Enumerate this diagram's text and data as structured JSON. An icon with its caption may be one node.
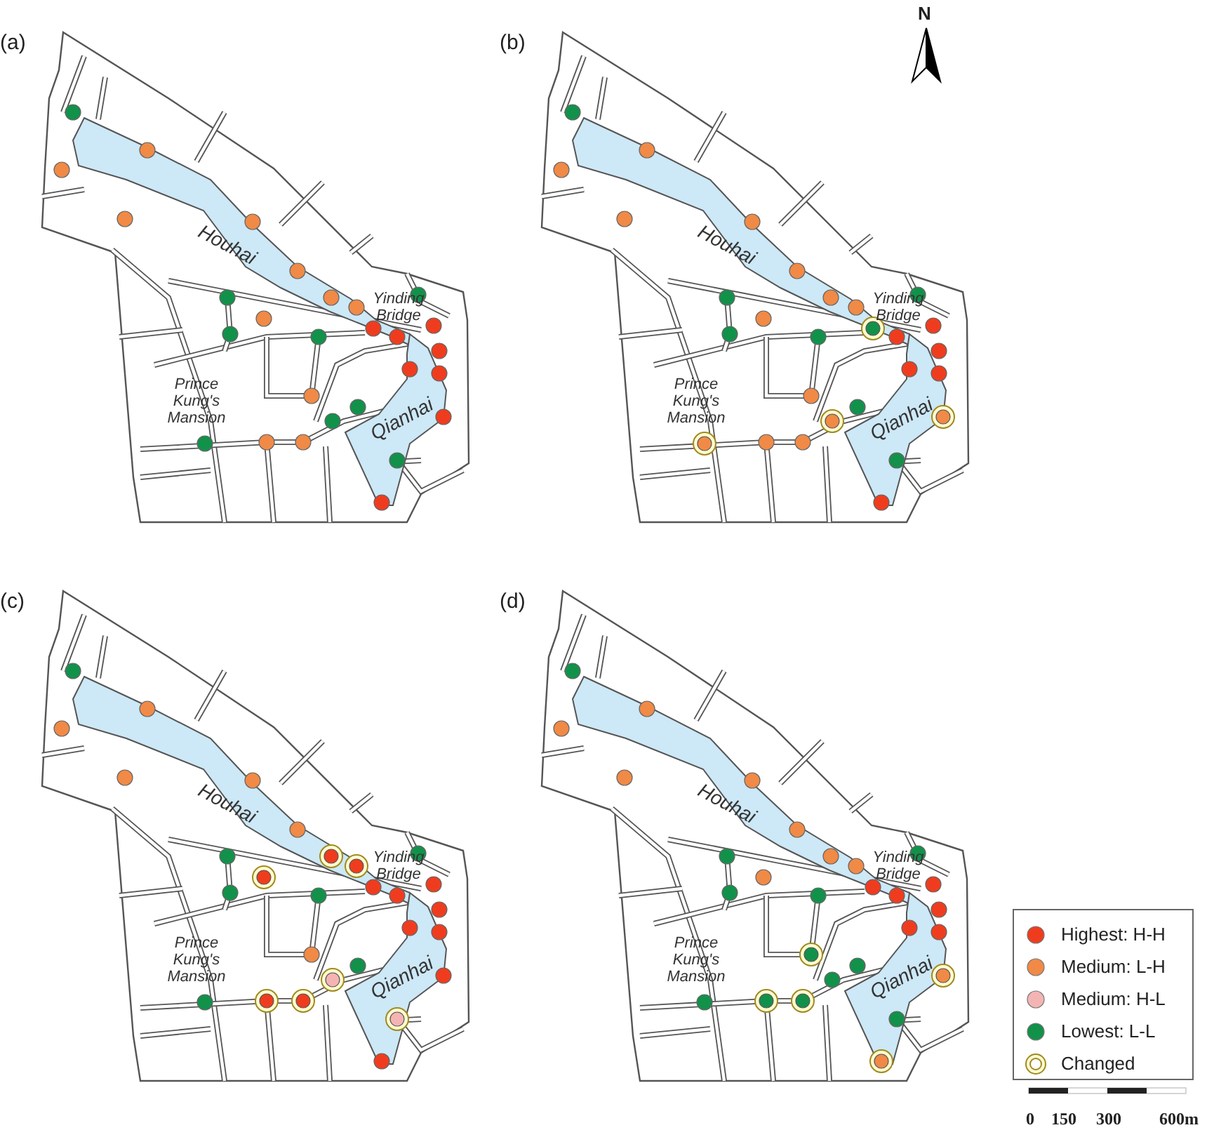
{
  "diagram": {
    "labels": [
      "(a)",
      "Houhai",
      "Yinding Bridge",
      "Prince Kung's Mansion",
      "Qianhai",
      "(b)",
      "Houhai",
      "Yinding Bridge",
      "Prince Kung's Mansion",
      "Qianhai",
      "N",
      "(c)",
      "Houhai",
      "Yinding Bridge",
      "Prince Kung's Mansion",
      "Qianhai",
      "(d)",
      "Houhai",
      "Yinding Bridge",
      "Prince Kung's Mansion",
      "Qianhai",
      "0",
      "150",
      "300",
      "600m"
    ],
    "legend": [
      {
        "text": "Highest: H-H",
        "color": "#f03c1e"
      },
      {
        "text": "Medium: L-H",
        "color": "#f08a46"
      },
      {
        "text": "Medium: H-L",
        "color": "#f4b4b4"
      },
      {
        "text": "Lowest: L-L",
        "color": "#12914a"
      },
      {
        "text": "Changed"
      }
    ]
  }
}
